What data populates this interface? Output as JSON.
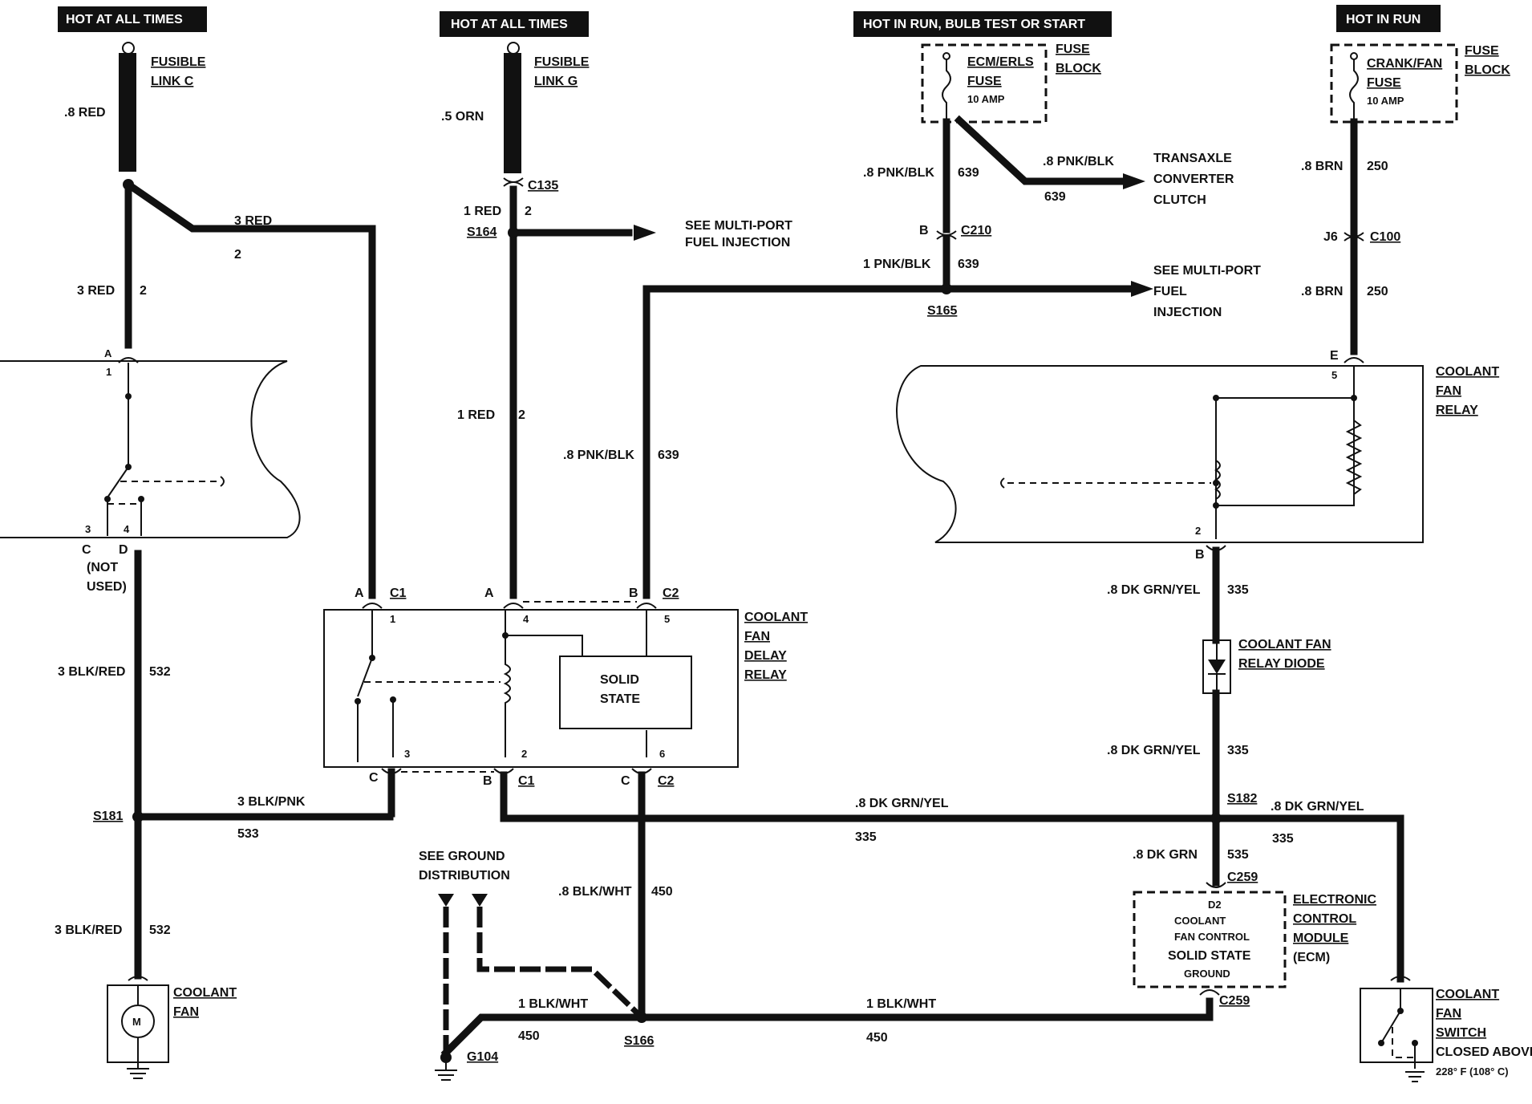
{
  "headers": {
    "h1": "HOT AT ALL TIMES",
    "h2": "HOT AT ALL TIMES",
    "h3": "HOT IN RUN, BULB TEST OR START",
    "h4": "HOT IN RUN"
  },
  "fusible_link_c": {
    "line1": "FUSIBLE",
    "line2": "LINK C",
    "wire": ".8 RED"
  },
  "fusible_link_g": {
    "line1": "FUSIBLE",
    "line2": "LINK G",
    "wire": ".5 ORN"
  },
  "fuse_block_1": {
    "fuse_line1": "ECM/ERLS",
    "fuse_line2": "FUSE",
    "amp": "10  AMP",
    "block_line1": "FUSE",
    "block_line2": "BLOCK"
  },
  "fuse_block_2": {
    "fuse_line1": "CRANK/FAN",
    "fuse_line2": "FUSE",
    "amp": "10 AMP",
    "block_line1": "FUSE",
    "block_line2": "BLOCK"
  },
  "wires": {
    "red3_top": "3 RED",
    "n2_top": "2",
    "red3_left": "3 RED",
    "n2_left": "2",
    "red1_c135": "1 RED",
    "n2_c135": "2",
    "red1_mid": "1 RED",
    "n2_mid": "2",
    "pnk_blk_639a": ".8 PNK/BLK",
    "n639a": "639",
    "pnk_blk_trans": ".8 PNK/BLK",
    "n639_trans": "639",
    "pnk_blk_1": "1 PNK/BLK",
    "n639b": "639",
    "pnk_blk_mid": ".8 PNK/BLK",
    "n639c": "639",
    "brn_top": ".8 BRN",
    "n250a": "250",
    "brn_bot": ".8 BRN",
    "n250b": "250",
    "blk_red_a": "3 BLK/RED",
    "n532a": "532",
    "blk_red_b": "3 BLK/RED",
    "n532b": "532",
    "blk_pnk": "3 BLK/PNK",
    "n533": "533",
    "dk_grn_yel_mid": ".8 DK GRN/YEL",
    "n335_mid": "335",
    "dk_grn_yel_r1": ".8 DK GRN/YEL",
    "n335_r1": "335",
    "dk_grn_yel_r2": ".8 DK GRN/YEL",
    "n335_r2": "335",
    "dk_grn_yel_r3": ".8 DK GRN/YEL",
    "n335_r3": "335",
    "dk_grn": ".8 DK GRN",
    "n535": "535",
    "blk_wht_8": ".8 BLK/WHT",
    "n450a": "450",
    "blk_wht_1a": "1 BLK/WHT",
    "n450b": "450",
    "blk_wht_1b": "1 BLK/WHT",
    "n450c": "450"
  },
  "connectors": {
    "c135": "C135",
    "s164": "S164",
    "c210": "C210",
    "b_c210": "B",
    "s165": "S165",
    "c100": "C100",
    "j6": "J6",
    "s181": "S181",
    "s166": "S166",
    "s182": "S182",
    "c259a": "C259",
    "c259b": "C259",
    "g104": "G104",
    "c1a": "C1",
    "c1b": "C1",
    "c2a": "C2",
    "c2b": "C2",
    "pinA1": "A",
    "pinA2": "A",
    "pinB1": "B",
    "pinC1": "C",
    "pinB2": "B",
    "pinC2": "C",
    "pinA_left": "A",
    "pinC_left": "C",
    "pinD_left": "D",
    "pinE_relay": "E",
    "pinB_relay": "B",
    "p1_left": "1",
    "p3_left": "3",
    "p4_left": "4",
    "p1_delay": "1",
    "p4_delay": "4",
    "p5_delay": "5",
    "p3_delay": "3",
    "p2_delay": "2",
    "p6_delay": "6",
    "p5_relay": "5",
    "p2_relay": "2",
    "d2": "D2"
  },
  "labels": {
    "see_mpfi_1_a": "SEE MULTI-PORT",
    "see_mpfi_1_b": "FUEL INJECTION",
    "see_mpfi_2_a": "SEE MULTI-PORT",
    "see_mpfi_2_b": "FUEL",
    "see_mpfi_2_c": "INJECTION",
    "transaxle_a": "TRANSAXLE",
    "transaxle_b": "CONVERTER",
    "transaxle_c": "CLUTCH",
    "not_used_a": "(NOT",
    "not_used_b": "USED)",
    "delay_a": "COOLANT",
    "delay_b": "FAN",
    "delay_c": "DELAY",
    "delay_d": "RELAY",
    "solid_a": "SOLID",
    "solid_b": "STATE",
    "relay_a": "COOLANT",
    "relay_b": "FAN",
    "relay_c": "RELAY",
    "diode_a": "COOLANT FAN",
    "diode_b": "RELAY DIODE",
    "ecm_a": "ELECTRONIC",
    "ecm_b": "CONTROL",
    "ecm_c": "MODULE",
    "ecm_d": "(ECM)",
    "ecm_in_a": "COOLANT",
    "ecm_in_b": "FAN CONTROL",
    "ecm_in_c": "SOLID STATE",
    "ecm_in_d": "GROUND",
    "ground_a": "SEE GROUND",
    "ground_b": "DISTRIBUTION",
    "fan_a": "COOLANT",
    "fan_b": "FAN",
    "motor": "M",
    "switch_a": "COOLANT",
    "switch_b": "FAN",
    "switch_c": "SWITCH",
    "switch_d": "CLOSED ABOVE",
    "switch_e": "228°  F (108°  C)"
  }
}
